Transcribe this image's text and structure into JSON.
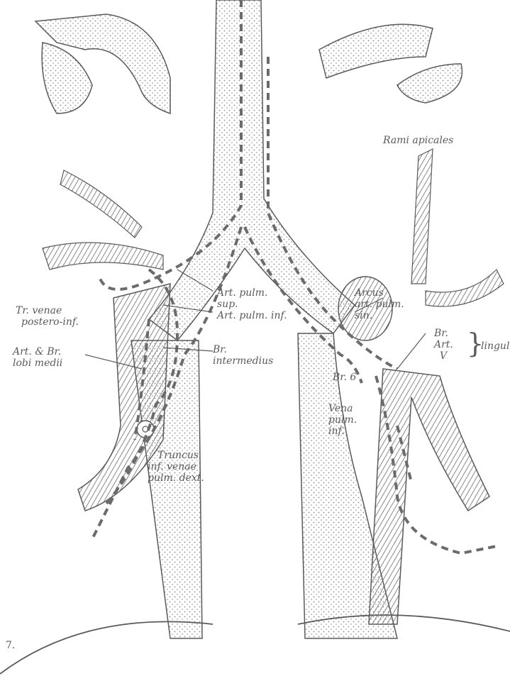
{
  "labels": {
    "rami_apicales": "Rami apicales",
    "tr_venae": [
      "Tr. venae",
      "postero-inf."
    ],
    "art_pulm_sup": [
      "Art. pulm.",
      "sup."
    ],
    "art_pulm_inf": "Art. pulm. inf.",
    "art_br_lobi": [
      "Art. & Br.",
      "lobi medii"
    ],
    "br_intermedius": [
      "Br.",
      "intermedius"
    ],
    "arcus": [
      "Arcus",
      "art. pulm.",
      "sin."
    ],
    "br_art_v": [
      "Br.",
      "Art.",
      "V"
    ],
    "lingulae": "lingulae",
    "br6": "Br. 6",
    "vena_pulm_inf": [
      "Vena",
      "pulm.",
      "inf."
    ],
    "truncus": [
      "Truncus",
      "inf. venae",
      "pulm. dext."
    ],
    "corner_mark": "7."
  },
  "colors": {
    "ink": "#5a5a5a",
    "dashes": "#6b6b6b",
    "stipple": "#8a8a8a"
  }
}
